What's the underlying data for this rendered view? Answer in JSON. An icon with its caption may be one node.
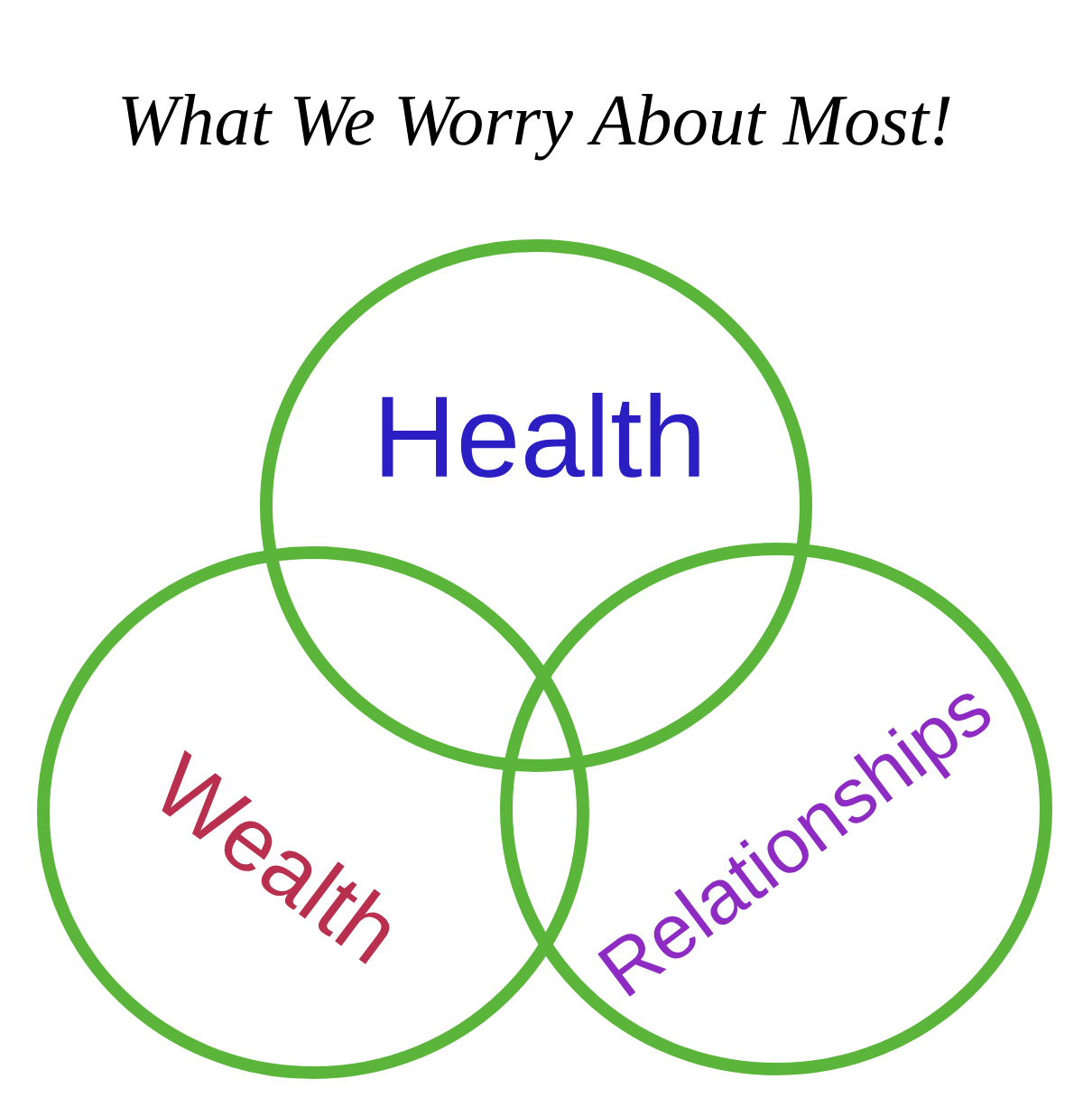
{
  "diagram": {
    "title": "What We Worry About Most!",
    "nodes": [
      {
        "text": [
          "Health"
        ]
      },
      {
        "text": [
          "Wealth"
        ]
      },
      {
        "text": [
          "Relationships"
        ]
      }
    ]
  }
}
